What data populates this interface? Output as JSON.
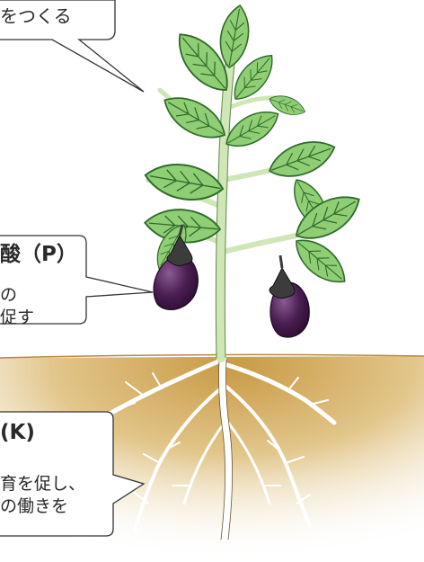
{
  "callouts": {
    "leaves": {
      "text": "をつくる"
    },
    "phosphorus": {
      "heading": "酸（P）",
      "line1": "の",
      "line2": "促す"
    },
    "potassium": {
      "heading": "(K)",
      "line1": "育を促し、",
      "line2": "の働きを"
    }
  },
  "colors": {
    "leaf": "#8fce74",
    "leaf_outline": "#2f6b2a",
    "stem": "#cfe6b7",
    "eggplant": "#4a1f52",
    "calyx": "#3c3c3c",
    "soil": "#d9b673",
    "root": "#ffffff",
    "callout_border": "#333333"
  }
}
